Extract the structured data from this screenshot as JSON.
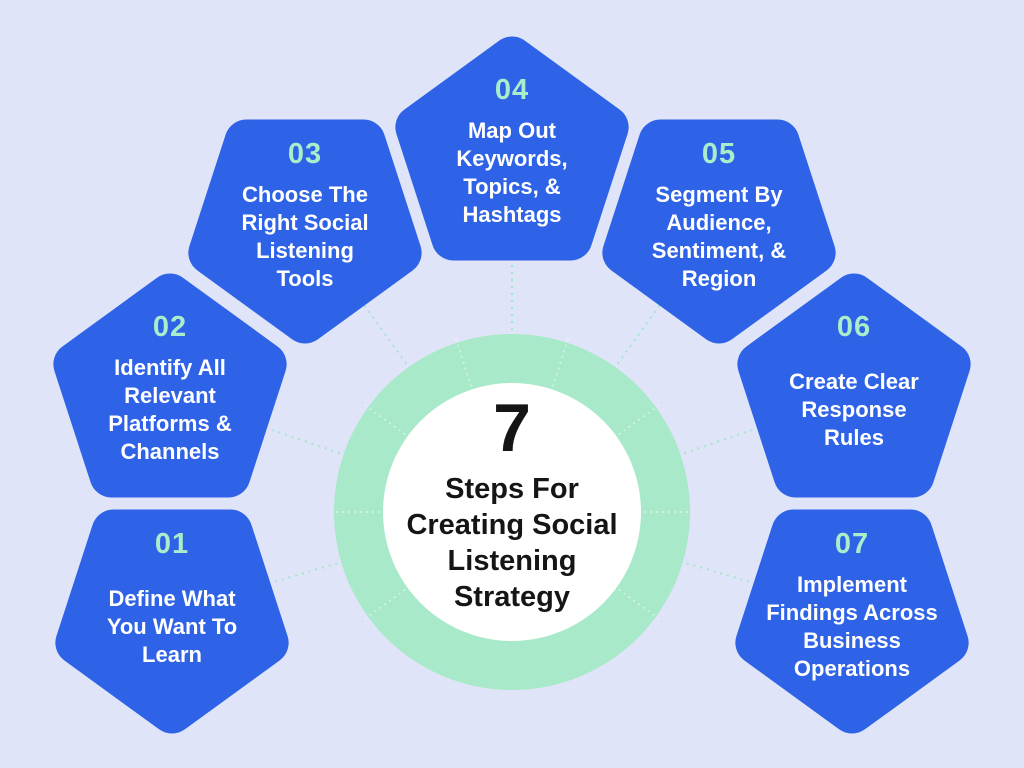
{
  "diagram": {
    "center": {
      "big_number": "7",
      "title": "Steps For\nCreating Social\nListening\nStrategy"
    },
    "steps": [
      {
        "number": "01",
        "label": "Define What\nYou Want To\nLearn"
      },
      {
        "number": "02",
        "label": "Identify All\nRelevant\nPlatforms &\nChannels"
      },
      {
        "number": "03",
        "label": "Choose The\nRight Social\nListening\nTools"
      },
      {
        "number": "04",
        "label": "Map Out\nKeywords,\nTopics, &\nHashtags"
      },
      {
        "number": "05",
        "label": "Segment By\nAudience,\nSentiment, &\nRegion"
      },
      {
        "number": "06",
        "label": "Create Clear\nResponse\nRules"
      },
      {
        "number": "07",
        "label": "Implement\nFindings Across\nBusiness\nOperations"
      }
    ],
    "colors": {
      "background": "#dfe4f8",
      "pentagon_blue": "#2e62e7",
      "ring_mint": "#a7e9c8",
      "inner_circle": "#ffffff",
      "step_number_mint": "#a9edcb",
      "connector_mint": "#a3e6c8",
      "label_text": "#ffffff",
      "center_text": "#151515"
    }
  }
}
